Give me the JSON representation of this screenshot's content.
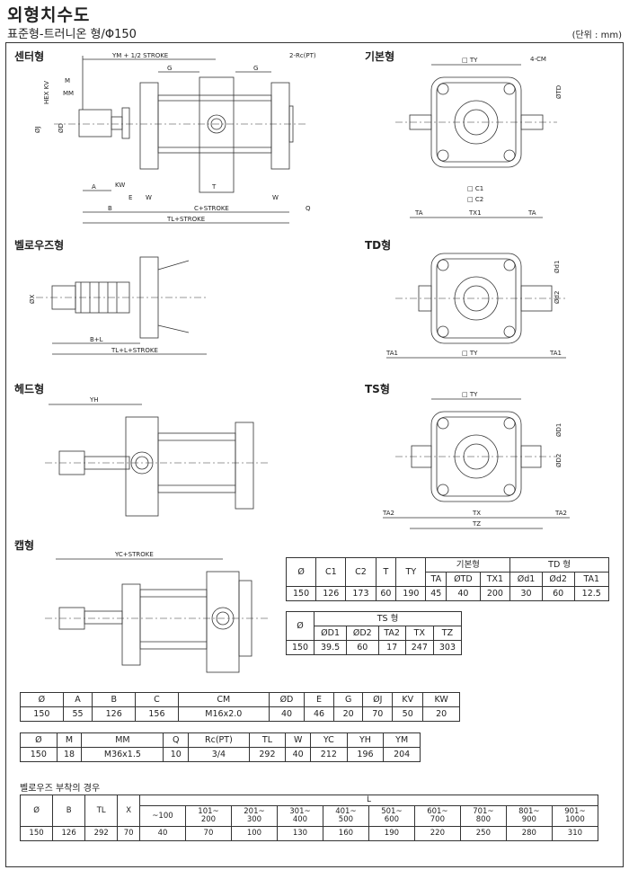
{
  "title": "외형치수도",
  "subtitle": "표준형-트러니온 형/Φ150",
  "unit": "(단위 : mm)",
  "sections": {
    "center": "센터형",
    "basic": "기본형",
    "bellows": "벨로우즈형",
    "td": "TD형",
    "head": "헤드형",
    "ts": "TS형",
    "cap": "캡형"
  },
  "labels": {
    "ym_stroke": "YM + 1/2 STROKE",
    "g": "G",
    "rc": "2-Rc(PT)",
    "hex_kv": "HEX KV",
    "m": "M",
    "mm": "MM",
    "j": "ØJ",
    "d": "ØD",
    "a": "A",
    "kw": "KW",
    "e": "E",
    "w": "W",
    "t": "T",
    "b": "B",
    "c_stroke": "C+STROKE",
    "q": "Q",
    "tl_stroke": "TL+STROKE",
    "ty": "□ TY",
    "cm4": "4-CM",
    "td": "ØTD",
    "c1": "□ C1",
    "c2": "□ C2",
    "ta": "TA",
    "tx1": "TX1",
    "x": "ØX",
    "b_l": "B+L",
    "tl_l_stroke": "TL+L+STROKE",
    "d1": "Ød1",
    "d2": "Ød2",
    "ta1": "TA1",
    "yh": "YH",
    "D1": "ØD1",
    "D2": "ØD2",
    "ta2": "TA2",
    "tx": "TX",
    "tz": "TZ",
    "yc_stroke": "YC+STROKE"
  },
  "table1": {
    "h1": [
      "Ø",
      "C1",
      "C2",
      "T",
      "TY"
    ],
    "group_basic": "기본형",
    "group_td": "TD 형",
    "h2": [
      "TA",
      "ØTD",
      "TX1",
      "Ød1",
      "Ød2",
      "TA1"
    ],
    "row": [
      "150",
      "126",
      "173",
      "60",
      "190",
      "45",
      "40",
      "200",
      "30",
      "60",
      "12.5"
    ]
  },
  "table2": {
    "h1": "Ø",
    "group_ts": "TS 형",
    "h2": [
      "ØD1",
      "ØD2",
      "TA2",
      "TX",
      "TZ"
    ],
    "row": [
      "150",
      "39.5",
      "60",
      "17",
      "247",
      "303"
    ]
  },
  "table3": {
    "header": [
      "Ø",
      "A",
      "B",
      "C",
      "CM",
      "ØD",
      "E",
      "G",
      "ØJ",
      "KV",
      "KW"
    ],
    "row": [
      "150",
      "55",
      "126",
      "156",
      "M16x2.0",
      "40",
      "46",
      "20",
      "70",
      "50",
      "20"
    ]
  },
  "table4": {
    "header": [
      "Ø",
      "M",
      "MM",
      "Q",
      "Rc(PT)",
      "TL",
      "W",
      "YC",
      "YH",
      "YM"
    ],
    "row": [
      "150",
      "18",
      "M36x1.5",
      "10",
      "3/4",
      "292",
      "40",
      "212",
      "196",
      "204"
    ]
  },
  "bellows_note": "벨로우즈 부착의 경우",
  "table5": {
    "h1": [
      "Ø",
      "B",
      "TL",
      "X"
    ],
    "group_l": "L",
    "ranges": [
      [
        "~100",
        ""
      ],
      [
        "101~",
        "200"
      ],
      [
        "201~",
        "300"
      ],
      [
        "301~",
        "400"
      ],
      [
        "401~",
        "500"
      ],
      [
        "501~",
        "600"
      ],
      [
        "601~",
        "700"
      ],
      [
        "701~",
        "800"
      ],
      [
        "801~",
        "900"
      ],
      [
        "901~",
        "1000"
      ]
    ],
    "row": [
      "150",
      "126",
      "292",
      "70",
      "40",
      "70",
      "100",
      "130",
      "160",
      "190",
      "220",
      "250",
      "280",
      "310"
    ]
  }
}
